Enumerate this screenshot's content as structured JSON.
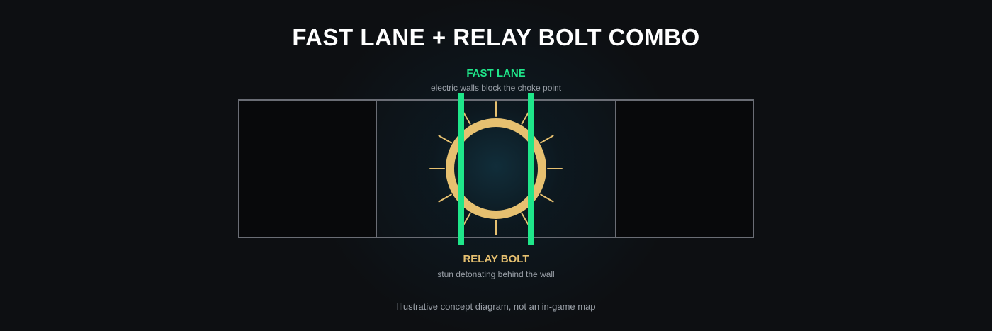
{
  "title": "FAST LANE + RELAY BOLT COMBO",
  "fast_lane": {
    "label": "FAST LANE",
    "description": "electric walls block the choke point",
    "color": "#1fe68a"
  },
  "relay_bolt": {
    "label": "RELAY BOLT",
    "description": "stun detonating behind the wall",
    "color": "#e6c070"
  },
  "footnote": "Illustrative concept diagram, not an in-game map",
  "colors": {
    "background": "#0d0f12",
    "room_border": "#6a6d75",
    "text_muted": "#9aa0a8"
  }
}
